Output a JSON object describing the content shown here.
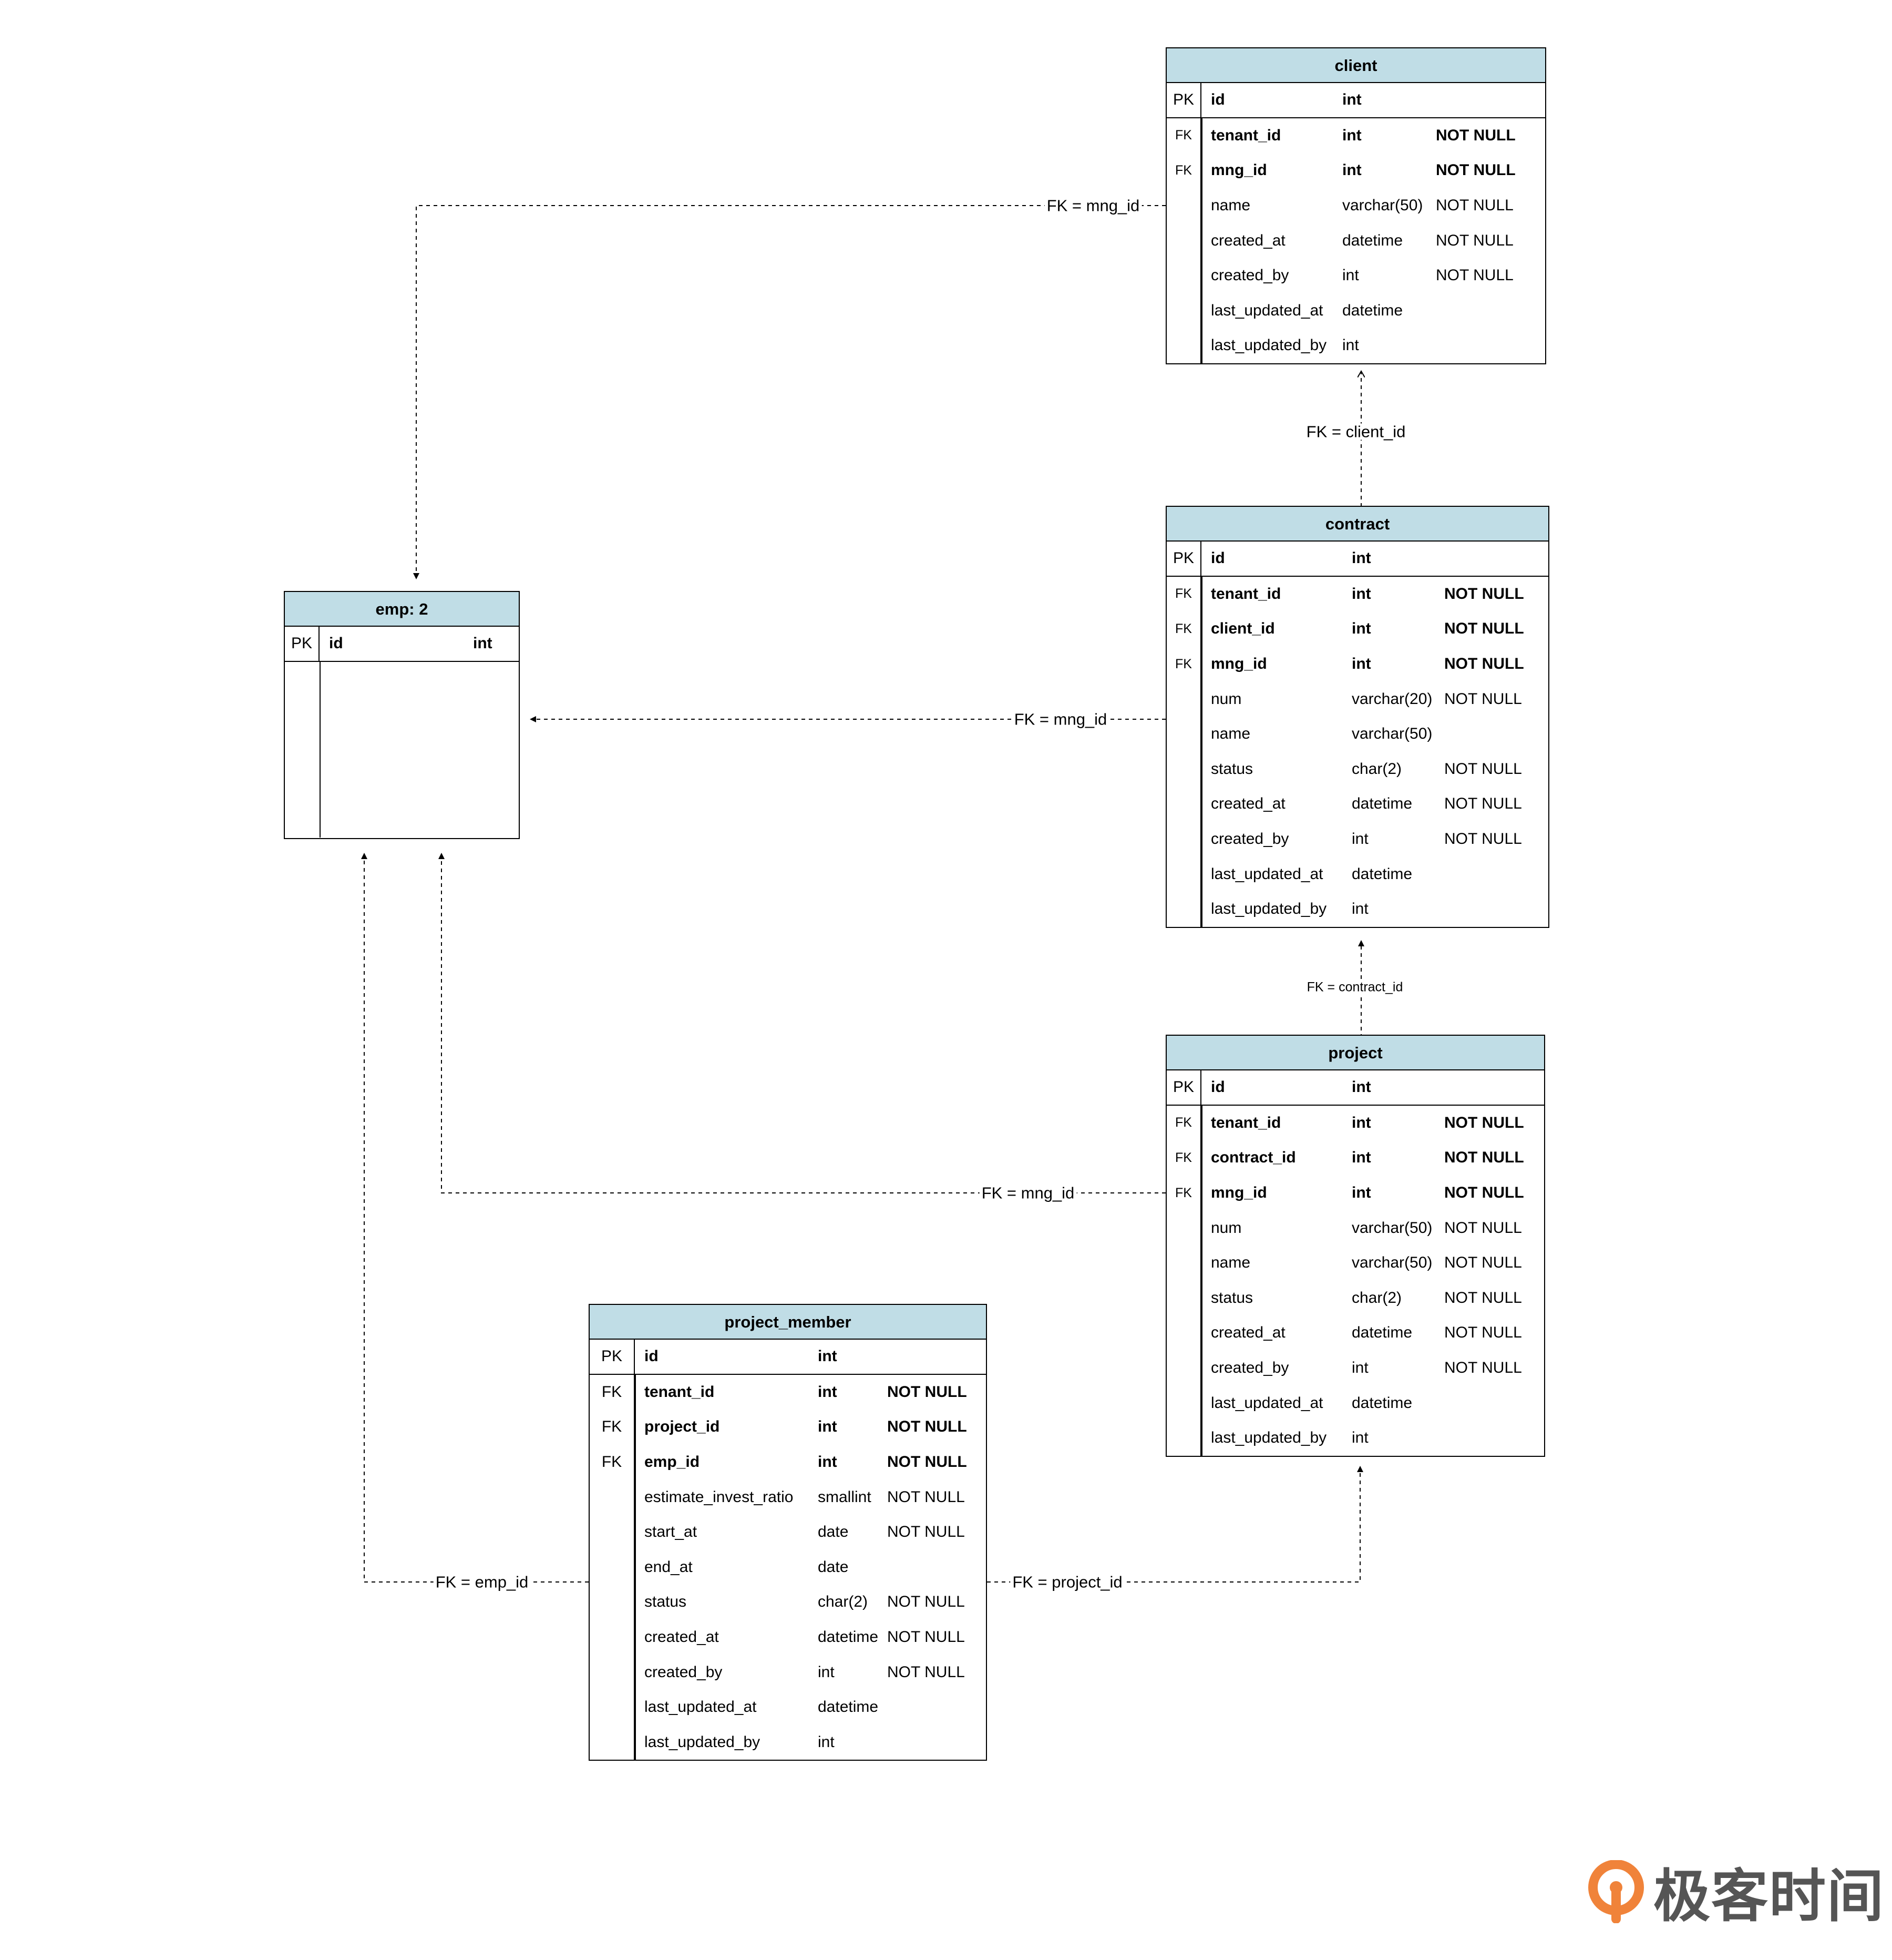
{
  "colors": {
    "header": "#c0dde6",
    "line": "#000000",
    "logo_accent": "#f0833a",
    "logo_text": "#555555"
  },
  "tables": {
    "client": {
      "title": "client",
      "rows": [
        {
          "key": "PK",
          "name": "id",
          "type": "int",
          "cons": ""
        },
        {
          "key": "FK",
          "name": "tenant_id",
          "type": "int",
          "cons": "NOT NULL"
        },
        {
          "key": "FK",
          "name": "mng_id",
          "type": "int",
          "cons": "NOT NULL"
        },
        {
          "key": "",
          "name": "name",
          "type": "varchar(50)",
          "cons": "NOT NULL"
        },
        {
          "key": "",
          "name": "created_at",
          "type": "datetime",
          "cons": "NOT NULL"
        },
        {
          "key": "",
          "name": "created_by",
          "type": "int",
          "cons": "NOT NULL"
        },
        {
          "key": "",
          "name": "last_updated_at",
          "type": "datetime",
          "cons": ""
        },
        {
          "key": "",
          "name": "last_updated_by",
          "type": "int",
          "cons": ""
        }
      ]
    },
    "contract": {
      "title": "contract",
      "rows": [
        {
          "key": "PK",
          "name": "id",
          "type": "int",
          "cons": ""
        },
        {
          "key": "FK",
          "name": "tenant_id",
          "type": "int",
          "cons": "NOT NULL"
        },
        {
          "key": "FK",
          "name": "client_id",
          "type": "int",
          "cons": "NOT NULL"
        },
        {
          "key": "FK",
          "name": "mng_id",
          "type": "int",
          "cons": "NOT NULL"
        },
        {
          "key": "",
          "name": "num",
          "type": "varchar(20)",
          "cons": "NOT NULL"
        },
        {
          "key": "",
          "name": "name",
          "type": "varchar(50)",
          "cons": ""
        },
        {
          "key": "",
          "name": "status",
          "type": "char(2)",
          "cons": "NOT NULL"
        },
        {
          "key": "",
          "name": "created_at",
          "type": "datetime",
          "cons": "NOT NULL"
        },
        {
          "key": "",
          "name": "created_by",
          "type": "int",
          "cons": "NOT NULL"
        },
        {
          "key": "",
          "name": "last_updated_at",
          "type": "datetime",
          "cons": ""
        },
        {
          "key": "",
          "name": "last_updated_by",
          "type": "int",
          "cons": ""
        }
      ]
    },
    "project": {
      "title": "project",
      "rows": [
        {
          "key": "PK",
          "name": "id",
          "type": "int",
          "cons": ""
        },
        {
          "key": "FK",
          "name": "tenant_id",
          "type": "int",
          "cons": "NOT NULL"
        },
        {
          "key": "FK",
          "name": "contract_id",
          "type": "int",
          "cons": "NOT NULL"
        },
        {
          "key": "FK",
          "name": "mng_id",
          "type": "int",
          "cons": "NOT NULL"
        },
        {
          "key": "",
          "name": "num",
          "type": "varchar(50)",
          "cons": "NOT NULL"
        },
        {
          "key": "",
          "name": "name",
          "type": "varchar(50)",
          "cons": "NOT NULL"
        },
        {
          "key": "",
          "name": "status",
          "type": "char(2)",
          "cons": "NOT NULL"
        },
        {
          "key": "",
          "name": "created_at",
          "type": "datetime",
          "cons": "NOT NULL"
        },
        {
          "key": "",
          "name": "created_by",
          "type": "int",
          "cons": "NOT NULL"
        },
        {
          "key": "",
          "name": "last_updated_at",
          "type": "datetime",
          "cons": ""
        },
        {
          "key": "",
          "name": "last_updated_by",
          "type": "int",
          "cons": ""
        }
      ]
    },
    "project_member": {
      "title": "project_member",
      "rows": [
        {
          "key": "PK",
          "name": "id",
          "type": "int",
          "cons": ""
        },
        {
          "key": "FK",
          "name": "tenant_id",
          "type": "int",
          "cons": "NOT NULL"
        },
        {
          "key": "FK",
          "name": "project_id",
          "type": "int",
          "cons": "NOT NULL"
        },
        {
          "key": "FK",
          "name": "emp_id",
          "type": "int",
          "cons": "NOT NULL"
        },
        {
          "key": "",
          "name": "estimate_invest_ratio",
          "type": "smallint",
          "cons": "NOT NULL"
        },
        {
          "key": "",
          "name": "start_at",
          "type": "date",
          "cons": "NOT NULL"
        },
        {
          "key": "",
          "name": "end_at",
          "type": "date",
          "cons": ""
        },
        {
          "key": "",
          "name": "status",
          "type": "char(2)",
          "cons": "NOT NULL"
        },
        {
          "key": "",
          "name": "created_at",
          "type": "datetime",
          "cons": "NOT NULL"
        },
        {
          "key": "",
          "name": "created_by",
          "type": "int",
          "cons": "NOT NULL"
        },
        {
          "key": "",
          "name": "last_updated_at",
          "type": "datetime",
          "cons": ""
        },
        {
          "key": "",
          "name": "last_updated_by",
          "type": "int",
          "cons": ""
        }
      ]
    },
    "emp": {
      "title": "emp: 2",
      "rows": [
        {
          "key": "PK",
          "name": "id",
          "type": "int",
          "cons": ""
        }
      ]
    }
  },
  "edges": {
    "client_to_emp": "FK = mng_id",
    "contract_to_client": "FK = client_id",
    "contract_to_emp": "FK = mng_id",
    "project_to_contract": "FK = contract_id",
    "project_to_emp": "FK = mng_id",
    "member_to_emp": "FK = emp_id",
    "member_to_project": "FK = project_id"
  },
  "logo": {
    "text": "极客时间",
    "icon": "geektime-logo-icon"
  }
}
